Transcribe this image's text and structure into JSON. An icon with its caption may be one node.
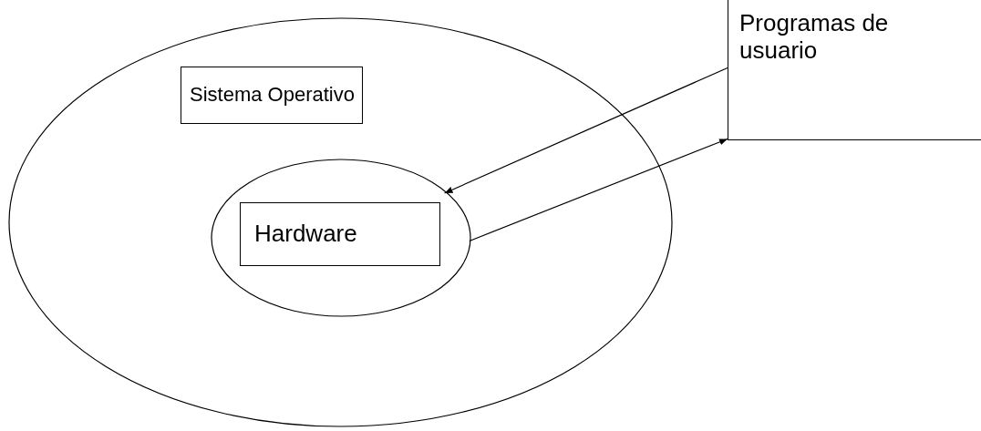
{
  "diagram": {
    "nodes": [
      {
        "text": [],
        "shape": "ellipse"
      },
      {
        "text": [
          "Sistema Operativo"
        ],
        "in": 0
      },
      {
        "text": [],
        "shape": "ellipse",
        "in": 0
      },
      {
        "text": [
          "Hardware"
        ],
        "in": 2
      },
      {
        "text": [
          "Programas de usuario"
        ]
      }
    ],
    "edges": [
      {
        "from": 4,
        "to": 2,
        "arrow": "to"
      },
      {
        "from": 2,
        "to": 4,
        "arrow": "to"
      }
    ]
  }
}
